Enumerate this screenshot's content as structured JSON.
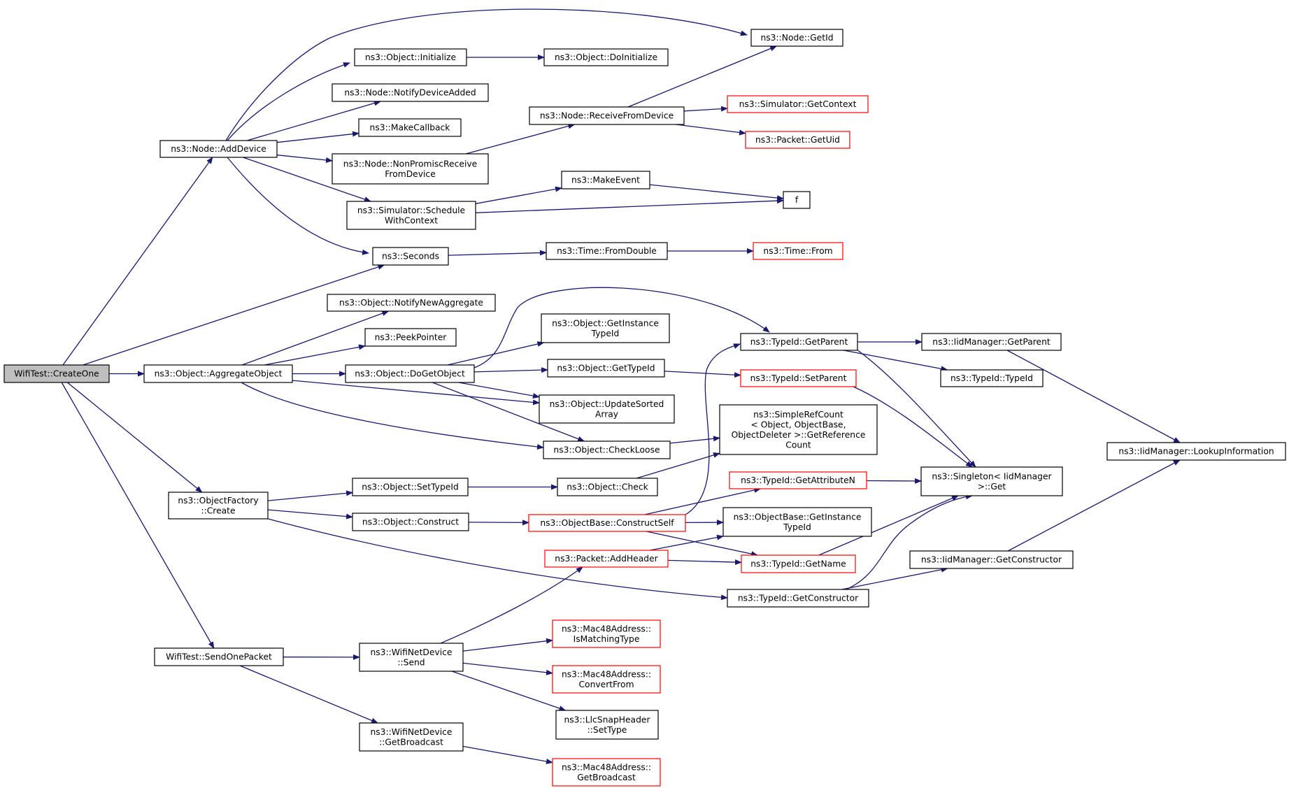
{
  "colors": {
    "edge": "#191970",
    "border_normal": "#000000",
    "border_truncated": "#ff0000",
    "root_fill": "#bfbfbf",
    "node_fill": "#ffffff"
  },
  "nodes": [
    {
      "id": "createone",
      "lines": [
        "WifiTest::CreateOne"
      ],
      "style": "root"
    },
    {
      "id": "adddevice",
      "lines": [
        "ns3::Node::AddDevice"
      ],
      "style": "normal"
    },
    {
      "id": "initialize",
      "lines": [
        "ns3::Object::Initialize"
      ],
      "style": "normal"
    },
    {
      "id": "doinitialize",
      "lines": [
        "ns3::Object::DoInitialize"
      ],
      "style": "normal"
    },
    {
      "id": "getid",
      "lines": [
        "ns3::Node::GetId"
      ],
      "style": "normal"
    },
    {
      "id": "notifydeviceadded",
      "lines": [
        "ns3::Node::NotifyDeviceAdded"
      ],
      "style": "normal"
    },
    {
      "id": "makecallback",
      "lines": [
        "ns3::MakeCallback"
      ],
      "style": "normal"
    },
    {
      "id": "nonpromisc",
      "lines": [
        "ns3::Node::NonPromiscReceive",
        "FromDevice"
      ],
      "style": "normal"
    },
    {
      "id": "receivefromdevice",
      "lines": [
        "ns3::Node::ReceiveFromDevice"
      ],
      "style": "normal"
    },
    {
      "id": "getcontext",
      "lines": [
        "ns3::Simulator::GetContext"
      ],
      "style": "truncated"
    },
    {
      "id": "getuid",
      "lines": [
        "ns3::Packet::GetUid"
      ],
      "style": "truncated"
    },
    {
      "id": "schedulewithcontext",
      "lines": [
        "ns3::Simulator::Schedule",
        "WithContext"
      ],
      "style": "normal"
    },
    {
      "id": "makeevent",
      "lines": [
        "ns3::MakeEvent"
      ],
      "style": "normal"
    },
    {
      "id": "f",
      "lines": [
        "f"
      ],
      "style": "normal"
    },
    {
      "id": "seconds",
      "lines": [
        "ns3::Seconds"
      ],
      "style": "normal"
    },
    {
      "id": "fromdouble",
      "lines": [
        "ns3::Time::FromDouble"
      ],
      "style": "normal"
    },
    {
      "id": "timefrom",
      "lines": [
        "ns3::Time::From"
      ],
      "style": "truncated"
    },
    {
      "id": "notifynewaggregate",
      "lines": [
        "ns3::Object::NotifyNewAggregate"
      ],
      "style": "normal"
    },
    {
      "id": "peekpointer",
      "lines": [
        "ns3::PeekPointer"
      ],
      "style": "normal"
    },
    {
      "id": "aggregateobject",
      "lines": [
        "ns3::Object::AggregateObject"
      ],
      "style": "normal"
    },
    {
      "id": "dogetobject",
      "lines": [
        "ns3::Object::DoGetObject"
      ],
      "style": "normal"
    },
    {
      "id": "getinstancetypeid",
      "lines": [
        "ns3::Object::GetInstance",
        "TypeId"
      ],
      "style": "normal"
    },
    {
      "id": "gettypeid",
      "lines": [
        "ns3::Object::GetTypeId"
      ],
      "style": "normal"
    },
    {
      "id": "updatesortedarray",
      "lines": [
        "ns3::Object::UpdateSorted",
        "Array"
      ],
      "style": "normal"
    },
    {
      "id": "checkloose",
      "lines": [
        "ns3::Object::CheckLoose"
      ],
      "style": "normal"
    },
    {
      "id": "typeidgetparent",
      "lines": [
        "ns3::TypeId::GetParent"
      ],
      "style": "normal"
    },
    {
      "id": "iidgetparent",
      "lines": [
        "ns3::IidManager::GetParent"
      ],
      "style": "normal"
    },
    {
      "id": "typeidtypeid",
      "lines": [
        "ns3::TypeId::TypeId"
      ],
      "style": "normal"
    },
    {
      "id": "setparent",
      "lines": [
        "ns3::TypeId::SetParent"
      ],
      "style": "truncated"
    },
    {
      "id": "simplerefcount",
      "lines": [
        "ns3::SimpleRefCount",
        "< Object, ObjectBase,",
        " ObjectDeleter >::GetReference",
        "Count"
      ],
      "style": "normal"
    },
    {
      "id": "lookupinformation",
      "lines": [
        "ns3::IidManager::LookupInformation"
      ],
      "style": "normal"
    },
    {
      "id": "singletonget",
      "lines": [
        "ns3::Singleton< IidManager",
        " >::Get"
      ],
      "style": "normal"
    },
    {
      "id": "getattributen",
      "lines": [
        "ns3::TypeId::GetAttributeN"
      ],
      "style": "truncated"
    },
    {
      "id": "objectfactorycreate",
      "lines": [
        "ns3::ObjectFactory",
        "::Create"
      ],
      "style": "normal"
    },
    {
      "id": "settypeid",
      "lines": [
        "ns3::Object::SetTypeId"
      ],
      "style": "normal"
    },
    {
      "id": "objectcheck",
      "lines": [
        "ns3::Object::Check"
      ],
      "style": "normal"
    },
    {
      "id": "construct",
      "lines": [
        "ns3::Object::Construct"
      ],
      "style": "normal"
    },
    {
      "id": "constructself",
      "lines": [
        "ns3::ObjectBase::ConstructSelf"
      ],
      "style": "truncated"
    },
    {
      "id": "objbasegetinstancetypeid",
      "lines": [
        "ns3::ObjectBase::GetInstance",
        "TypeId"
      ],
      "style": "normal"
    },
    {
      "id": "addheader",
      "lines": [
        "ns3::Packet::AddHeader"
      ],
      "style": "truncated"
    },
    {
      "id": "typeidgetname",
      "lines": [
        "ns3::TypeId::GetName"
      ],
      "style": "truncated"
    },
    {
      "id": "iidgetconstructor",
      "lines": [
        "ns3::IidManager::GetConstructor"
      ],
      "style": "normal"
    },
    {
      "id": "typeidgetconstructor",
      "lines": [
        "ns3::TypeId::GetConstructor"
      ],
      "style": "normal"
    },
    {
      "id": "sendonepacket",
      "lines": [
        "WifiTest::SendOnePacket"
      ],
      "style": "normal"
    },
    {
      "id": "wifisend",
      "lines": [
        "ns3::WifiNetDevice",
        "::Send"
      ],
      "style": "normal"
    },
    {
      "id": "ismatchingtype",
      "lines": [
        "ns3::Mac48Address::",
        "IsMatchingType"
      ],
      "style": "truncated"
    },
    {
      "id": "convertfrom",
      "lines": [
        "ns3::Mac48Address::",
        "ConvertFrom"
      ],
      "style": "truncated"
    },
    {
      "id": "llcsettype",
      "lines": [
        "ns3::LlcSnapHeader",
        "::SetType"
      ],
      "style": "normal"
    },
    {
      "id": "wifigetbroadcast",
      "lines": [
        "ns3::WifiNetDevice",
        "::GetBroadcast"
      ],
      "style": "normal"
    },
    {
      "id": "macgetbroadcast",
      "lines": [
        "ns3::Mac48Address::",
        "GetBroadcast"
      ],
      "style": "truncated"
    }
  ],
  "edges": [
    [
      "createone",
      "adddevice"
    ],
    [
      "createone",
      "seconds"
    ],
    [
      "createone",
      "aggregateobject"
    ],
    [
      "createone",
      "objectfactorycreate"
    ],
    [
      "createone",
      "sendonepacket"
    ],
    [
      "adddevice",
      "getid"
    ],
    [
      "adddevice",
      "initialize"
    ],
    [
      "adddevice",
      "notifydeviceadded"
    ],
    [
      "adddevice",
      "makecallback"
    ],
    [
      "adddevice",
      "nonpromisc"
    ],
    [
      "adddevice",
      "schedulewithcontext"
    ],
    [
      "adddevice",
      "seconds"
    ],
    [
      "initialize",
      "doinitialize"
    ],
    [
      "nonpromisc",
      "receivefromdevice"
    ],
    [
      "receivefromdevice",
      "getid"
    ],
    [
      "receivefromdevice",
      "getcontext"
    ],
    [
      "receivefromdevice",
      "getuid"
    ],
    [
      "schedulewithcontext",
      "makeevent"
    ],
    [
      "schedulewithcontext",
      "f"
    ],
    [
      "makeevent",
      "f"
    ],
    [
      "seconds",
      "fromdouble"
    ],
    [
      "fromdouble",
      "timefrom"
    ],
    [
      "aggregateobject",
      "notifynewaggregate"
    ],
    [
      "aggregateobject",
      "peekpointer"
    ],
    [
      "aggregateobject",
      "dogetobject"
    ],
    [
      "aggregateobject",
      "updatesortedarray"
    ],
    [
      "aggregateobject",
      "checkloose"
    ],
    [
      "dogetobject",
      "typeidgetparent"
    ],
    [
      "dogetobject",
      "getinstancetypeid"
    ],
    [
      "dogetobject",
      "gettypeid"
    ],
    [
      "dogetobject",
      "updatesortedarray"
    ],
    [
      "dogetobject",
      "checkloose"
    ],
    [
      "gettypeid",
      "setparent"
    ],
    [
      "checkloose",
      "simplerefcount"
    ],
    [
      "typeidgetparent",
      "iidgetparent"
    ],
    [
      "typeidgetparent",
      "typeidtypeid"
    ],
    [
      "typeidgetparent",
      "singletonget"
    ],
    [
      "iidgetparent",
      "lookupinformation"
    ],
    [
      "setparent",
      "singletonget"
    ],
    [
      "objectfactorycreate",
      "settypeid"
    ],
    [
      "objectfactorycreate",
      "construct"
    ],
    [
      "objectfactorycreate",
      "typeidgetconstructor"
    ],
    [
      "settypeid",
      "objectcheck"
    ],
    [
      "objectcheck",
      "simplerefcount"
    ],
    [
      "construct",
      "constructself"
    ],
    [
      "constructself",
      "typeidgetparent"
    ],
    [
      "constructself",
      "getattributen"
    ],
    [
      "constructself",
      "objbasegetinstancetypeid"
    ],
    [
      "constructself",
      "typeidgetname"
    ],
    [
      "getattributen",
      "singletonget"
    ],
    [
      "typeidgetname",
      "singletonget"
    ],
    [
      "addheader",
      "objbasegetinstancetypeid"
    ],
    [
      "addheader",
      "typeidgetname"
    ],
    [
      "typeidgetconstructor",
      "iidgetconstructor"
    ],
    [
      "typeidgetconstructor",
      "singletonget"
    ],
    [
      "iidgetconstructor",
      "lookupinformation"
    ],
    [
      "sendonepacket",
      "wifisend"
    ],
    [
      "sendonepacket",
      "wifigetbroadcast"
    ],
    [
      "wifisend",
      "addheader"
    ],
    [
      "wifisend",
      "ismatchingtype"
    ],
    [
      "wifisend",
      "convertfrom"
    ],
    [
      "wifisend",
      "llcsettype"
    ],
    [
      "wifigetbroadcast",
      "macgetbroadcast"
    ]
  ]
}
